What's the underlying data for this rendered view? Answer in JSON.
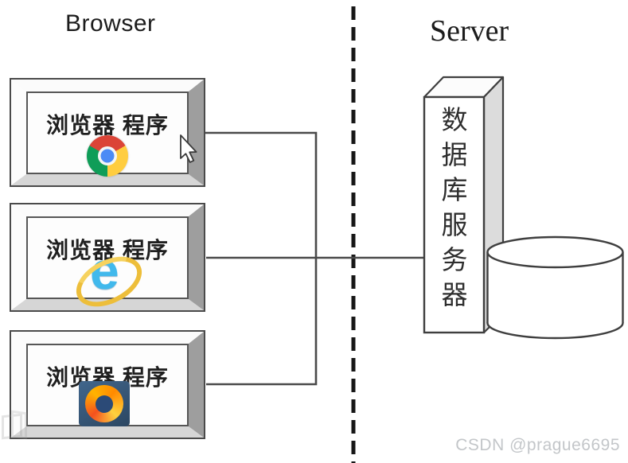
{
  "titles": {
    "browser": "Browser",
    "server": "Server"
  },
  "browser_boxes": [
    {
      "label": "浏览器 程序",
      "icon": "chrome-icon"
    },
    {
      "label": "浏览器 程序",
      "icon": "internet-explorer-icon"
    },
    {
      "label": "浏览器 程序",
      "icon": "firefox-icon"
    }
  ],
  "server_unit": {
    "label": "数据库服务器",
    "label_chars": [
      "数",
      "据",
      "库",
      "服",
      "务",
      "器"
    ],
    "storage_icon": "database-cylinder-icon"
  },
  "watermark": "CSDN @prague6695",
  "colors": {
    "connector_line": "#4a4a4a",
    "divider_dash": "#161616",
    "frame_right_bevel": "#9e9e9e",
    "frame_bottom_bevel": "#d6d6d6",
    "tower_side": "#dcdcdc",
    "chrome_red": "#db4437",
    "chrome_yellow": "#ffcd40",
    "chrome_green": "#0f9d58",
    "chrome_blue": "#4c8bf5",
    "ie_blue": "#41b9ec",
    "ie_gold": "#edbe3a",
    "firefox_bg": "#33485e",
    "firefox_orange": "#ff8a00",
    "watermark_gray": "#c3c6c9"
  }
}
